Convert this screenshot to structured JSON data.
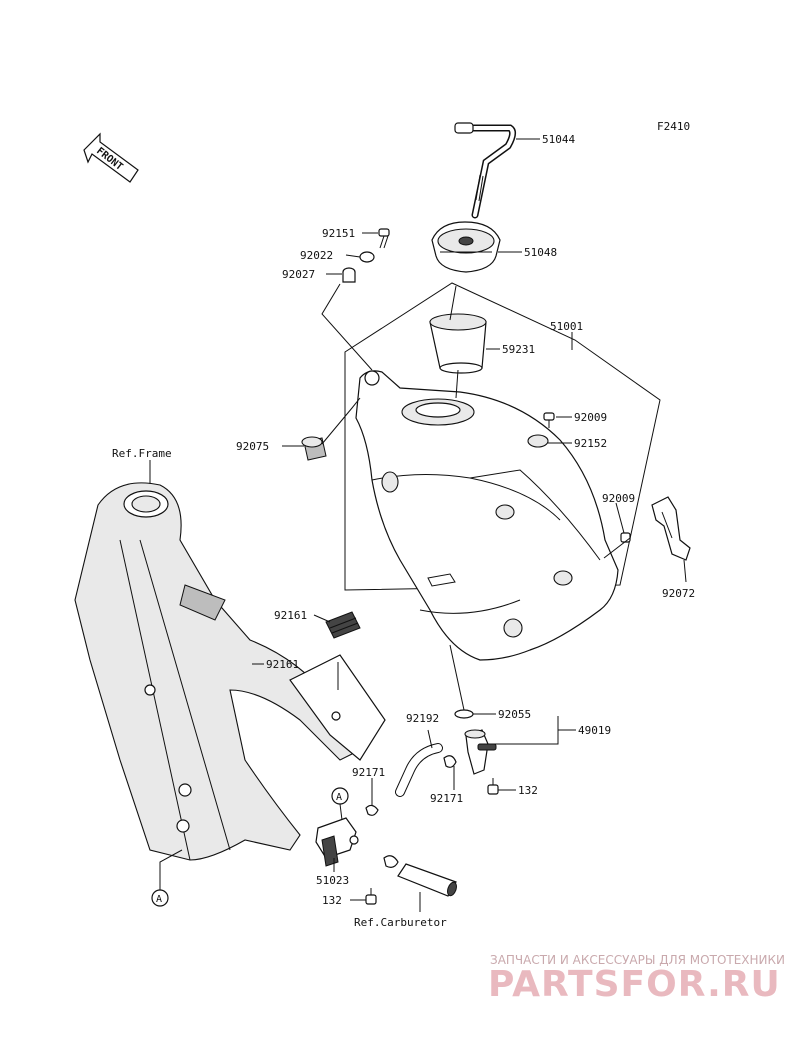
{
  "diagram_code": "F2410",
  "front_label": "FRONT",
  "refs": {
    "frame": "Ref.Frame",
    "carburetor": "Ref.Carburetor"
  },
  "callouts": {
    "a_marker": "A"
  },
  "parts": {
    "p51044": "51044",
    "p51048": "51048",
    "p92151": "92151",
    "p92022": "92022",
    "p92027": "92027",
    "p51001": "51001",
    "p59231": "59231",
    "p92009a": "92009",
    "p92152": "92152",
    "p92075": "92075",
    "p92009b": "92009",
    "p92072": "92072",
    "p92161a": "92161",
    "p92161b": "92161",
    "p92192": "92192",
    "p92055": "92055",
    "p49019": "49019",
    "p92171a": "92171",
    "p92171b": "92171",
    "p132a": "132",
    "p51023": "51023",
    "p132b": "132"
  },
  "watermark": {
    "tagline": "ЗАПЧАСТИ И АКСЕССУАРЫ ДЛЯ МОТОТЕХНИКИ",
    "brand": "PARTSFOR.RU"
  }
}
